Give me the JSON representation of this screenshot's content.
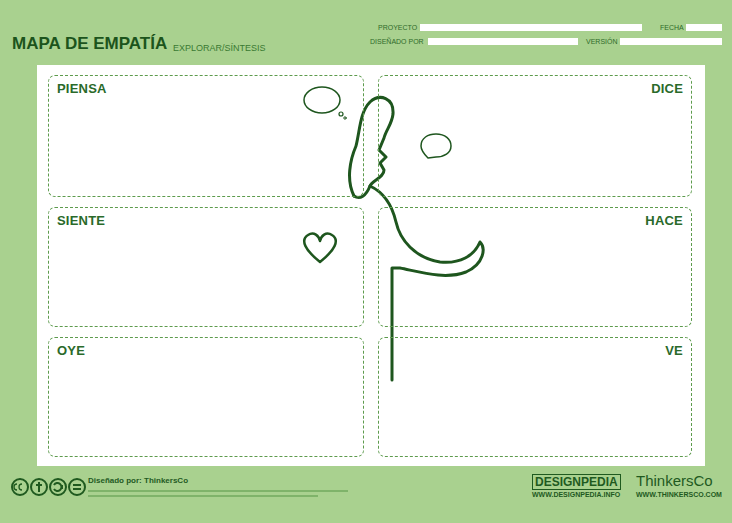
{
  "diagram": {
    "title": "MAPA DE EMPATÍA",
    "nodes": [
      {
        "text": [
          "PIENSA"
        ]
      },
      {
        "text": [
          "DICE"
        ]
      },
      {
        "text": [
          "SIENTE"
        ]
      },
      {
        "text": [
          "HACE"
        ]
      },
      {
        "text": [
          "OYE"
        ]
      },
      {
        "text": [
          "VE"
        ]
      }
    ],
    "labels": [
      "EXPLORAR/SÍNTESIS",
      "PROYECTO",
      "FECHA",
      "DISEÑADO POR",
      "VERSIÓN",
      "Diseñado por: ThinkersCo",
      "DESIGNPEDIA",
      "WWW.DESIGNPEDIA.INFO",
      "ThinkersCo",
      "WWW.THINKERSCO.COM"
    ]
  }
}
